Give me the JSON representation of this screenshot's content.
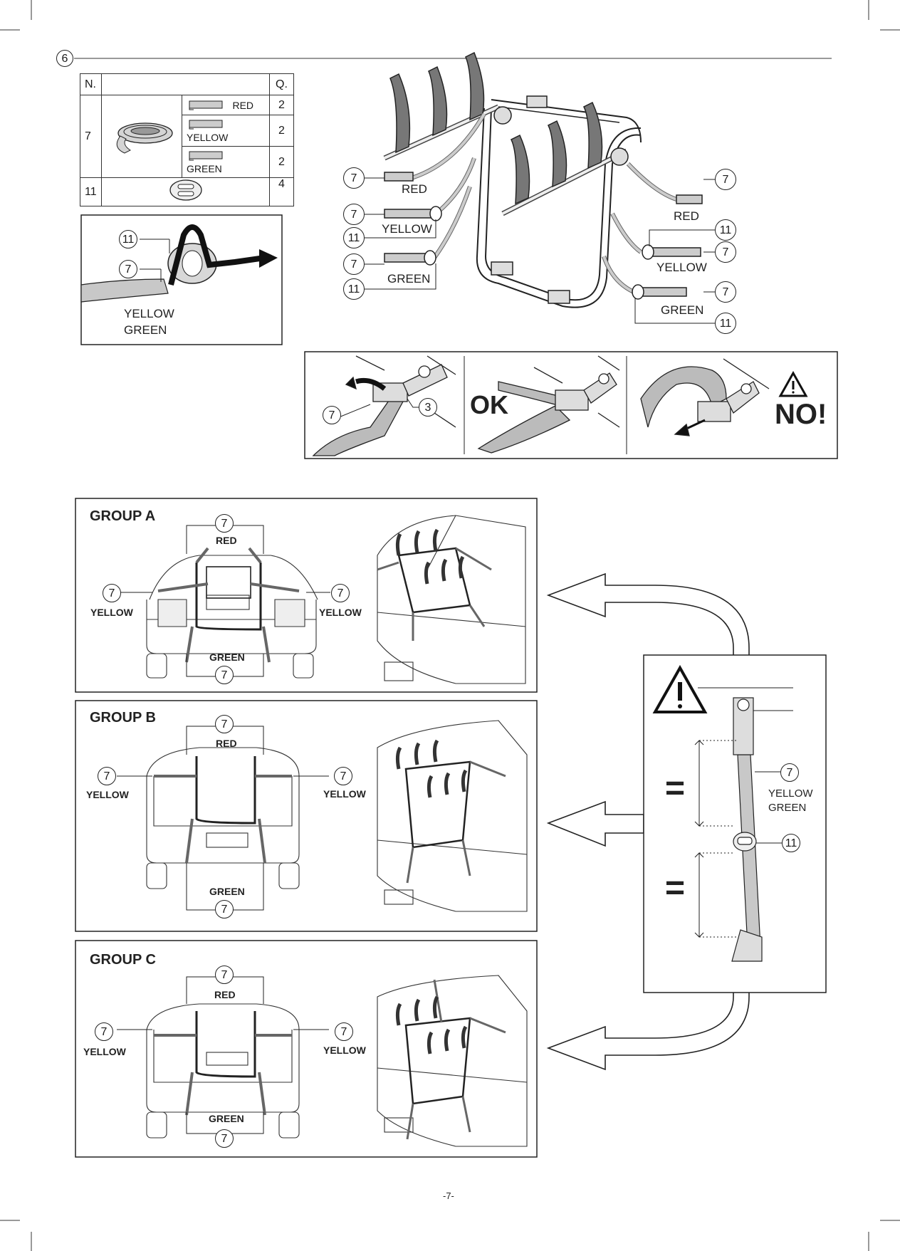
{
  "step_number": "6",
  "parts_table": {
    "header": {
      "n": "N.",
      "q": "Q."
    },
    "rows": [
      {
        "n": "7",
        "variants": [
          {
            "color": "RED",
            "q": "2"
          },
          {
            "color": "YELLOW",
            "q": "2"
          },
          {
            "color": "GREEN",
            "q": "2"
          }
        ]
      },
      {
        "n": "11",
        "q": "4"
      }
    ]
  },
  "threading_detail": {
    "callout_buckle": "11",
    "callout_strap": "7",
    "strap_colors": [
      "YELLOW",
      "GREEN"
    ]
  },
  "rack_diagram": {
    "left": [
      {
        "callouts": [
          "7"
        ],
        "color": "RED"
      },
      {
        "callouts": [
          "7",
          "11"
        ],
        "color": "YELLOW"
      },
      {
        "callouts": [
          "7",
          "11"
        ],
        "color": "GREEN"
      }
    ],
    "right": [
      {
        "callouts": [
          "7"
        ],
        "color": "RED"
      },
      {
        "callouts": [
          "11",
          "7"
        ],
        "color": "YELLOW"
      },
      {
        "callouts": [
          "7",
          "11"
        ],
        "color": "GREEN"
      }
    ]
  },
  "buckle_panels": {
    "callout_strap": "7",
    "callout_buckle": "3",
    "ok_label": "OK",
    "no_label": "NO!"
  },
  "groups": [
    {
      "title": "GROUP A",
      "top": "RED",
      "left": "YELLOW",
      "right": "YELLOW",
      "bottom": "GREEN",
      "callout": "7"
    },
    {
      "title": "GROUP B",
      "top": "RED",
      "left": "YELLOW",
      "right": "YELLOW",
      "bottom": "GREEN",
      "callout": "7"
    },
    {
      "title": "GROUP C",
      "top": "RED",
      "left": "YELLOW",
      "right": "YELLOW",
      "bottom": "GREEN",
      "callout": "7"
    }
  ],
  "equal_detail": {
    "callout_strap": "7",
    "callout_buckle": "11",
    "strap_colors": [
      "YELLOW",
      "GREEN"
    ],
    "equal_sign": "="
  },
  "page_number": "-7-"
}
